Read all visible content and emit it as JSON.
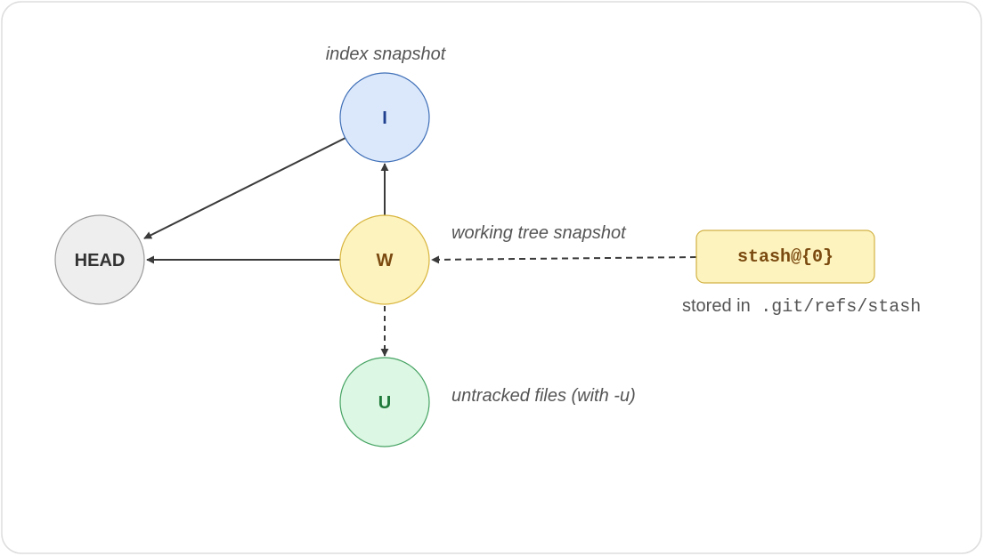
{
  "colors": {
    "edge": "#3a3a3a",
    "head_fill": "#eeeeee",
    "head_stroke": "#9a9a9a",
    "head_text": "#333333",
    "index_fill": "#dbe8fb",
    "index_stroke": "#3f6fb7",
    "index_text": "#1f3f8f",
    "working_fill": "#fdf3bf",
    "working_stroke": "#d8b53d",
    "working_text": "#7a4a10",
    "untracked_fill": "#dcf7e3",
    "untracked_stroke": "#46a363",
    "untracked_text": "#1f7a3a",
    "stash_fill": "#fdf3bf",
    "stash_stroke": "#d2b244",
    "stash_text": "#7a4a10"
  },
  "nodes": {
    "head": "HEAD",
    "index": "I",
    "working": "W",
    "untracked": "U"
  },
  "labels": {
    "index_caption": "index snapshot",
    "working_caption": "working tree snapshot",
    "untracked_caption": "untracked files (with -u)",
    "stored_prefix": "stored in ",
    "stored_path": ".git/refs/stash"
  },
  "stash": {
    "label": "stash@{0}"
  }
}
